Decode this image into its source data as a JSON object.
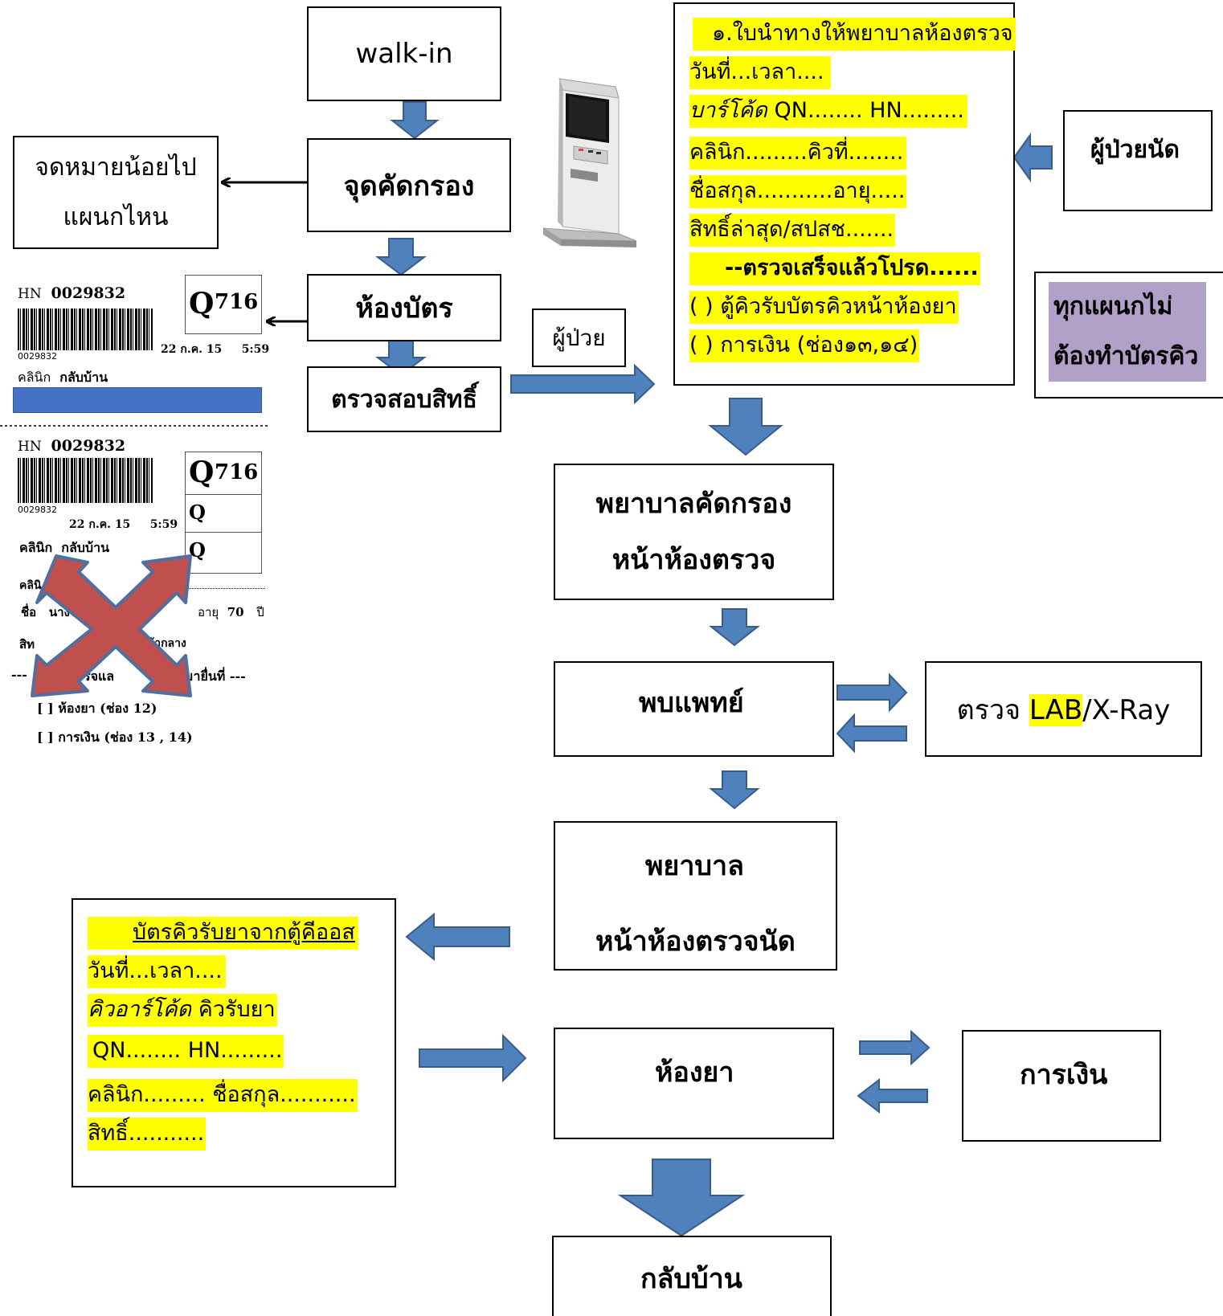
{
  "flow": {
    "walkin": "walk-in",
    "screening": "จุดคัดกรอง",
    "note": [
      "จดหมายน้อยไป",
      "แผนกไหน"
    ],
    "card_room": "ห้องบัตร",
    "rights_check": "ตรวจสอบสิทธิ์",
    "patient": "ผู้ป่วย",
    "appointment_patient": "ผู้ป่วยนัด",
    "all_depts": [
      "ทุกแผนกไม่",
      "ต้องทำบัตรคิว"
    ],
    "nurse_screening": [
      "พยาบาลคัดกรอง",
      "หน้าห้องตรวจ"
    ],
    "doctor": "พบแพทย์",
    "lab_prefix": "ตรวจ ",
    "lab_hl": "LAB",
    "lab_suffix": "/X-Ray",
    "nurse_appt": [
      "พยาบาล",
      "หน้าห้องตรวจนัด"
    ],
    "pharmacy": "ห้องยา",
    "finance": "การเงิน",
    "home": "กลับบ้าน"
  },
  "guide_slip": {
    "lines": [
      "๑.ใบนำทางให้พยาบาลห้องตรวจ",
      "วันที่...เวลา....",
      "บาร์โค้ด",
      " QN........ HN.........",
      "คลินิก.........คิวที่........",
      "ชื่อสกุล...........อายุ.....",
      "สิทธิ์ล่าสุด/สปสช.......",
      "--ตรวจเสร็จแล้วโปรด......",
      "(    ) ตู้คิวรับบัตรคิวหน้าห้องยา",
      "(    ) การเงิน (ช่อง๑๓,๑๔)"
    ]
  },
  "queue_slip": {
    "lines": [
      "บัตรคิวรับยาจากตู้คีออส",
      "วันที่...เวลา....",
      "คิวอาร์โค้ด",
      " คิวรับยา",
      " QN........ HN.........",
      "คลินิก......... ชื่อสกุล...........",
      "สิทธิ์..........."
    ]
  },
  "ticket_top": {
    "hn_label": "HN",
    "hn": "0029832",
    "barcode_num": "0029832",
    "date": "22 ก.ค. 15",
    "time": "5:59",
    "clinic_label": "คลินิก",
    "clinic": "กลับบ้าน",
    "q_prefix": "Q",
    "q_num": "716"
  },
  "ticket_bottom": {
    "hn_label": "HN",
    "hn": "0029832",
    "barcode_num": "0029832",
    "date": "22 ก.ค. 15",
    "time": "5:59",
    "clinic_label": "คลินิก",
    "clinic": "กลับบ้าน",
    "q_prefix": "Q",
    "q_num": "716",
    "q2": "Q",
    "q3": "Q",
    "row_clinic": "คลินิ",
    "name_label": "ชื่อ",
    "name_frag": "นางข",
    "age_label": "อายุ",
    "age": "70",
    "age_unit": "ปี",
    "rights_frag": "สิท",
    "rights_end": "จ้ากลาง",
    "done_left": "---",
    "done_mid": "รจแล",
    "done_right": "นำมายื่นที่ ---",
    "opt1": "[   ]  ห้องยา (ช่อง 12)",
    "opt2": "[   ]  การเงิน (ช่อง 13 , 14)"
  },
  "colors": {
    "arrow_fill": "#4f81bd",
    "arrow_stroke": "#385d8a",
    "highlight": "#ffff00",
    "purple": "#b1a0c7",
    "cross_fill": "#c0504d",
    "cross_stroke": "#4f6fa0",
    "bar_blue": "#4472c4"
  }
}
